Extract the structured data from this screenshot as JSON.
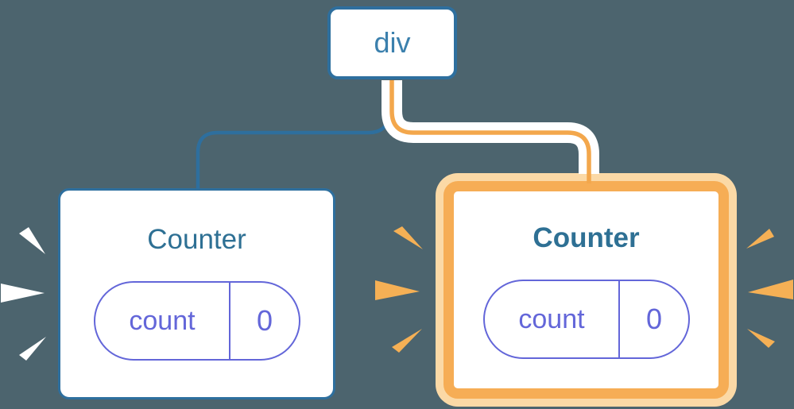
{
  "colors": {
    "bg": "#4C646E",
    "white": "#FFFFFF",
    "blue_border": "#2E6F9E",
    "blue_text": "#3B80AD",
    "teal_heading": "#2E7094",
    "purple": "#6366D9",
    "orange": "#F6AD55",
    "orange_light": "#FBD9A6",
    "connector_orange": "#F3A74C",
    "sparkle_white": "#FFFFFF",
    "sparkle_orange": "#F5B055"
  },
  "tree": {
    "root": {
      "label": "div"
    },
    "children": [
      {
        "title": "Counter",
        "state_key": "count",
        "state_value": "0",
        "highlighted": false
      },
      {
        "title": "Counter",
        "state_key": "count",
        "state_value": "0",
        "highlighted": true
      }
    ]
  }
}
